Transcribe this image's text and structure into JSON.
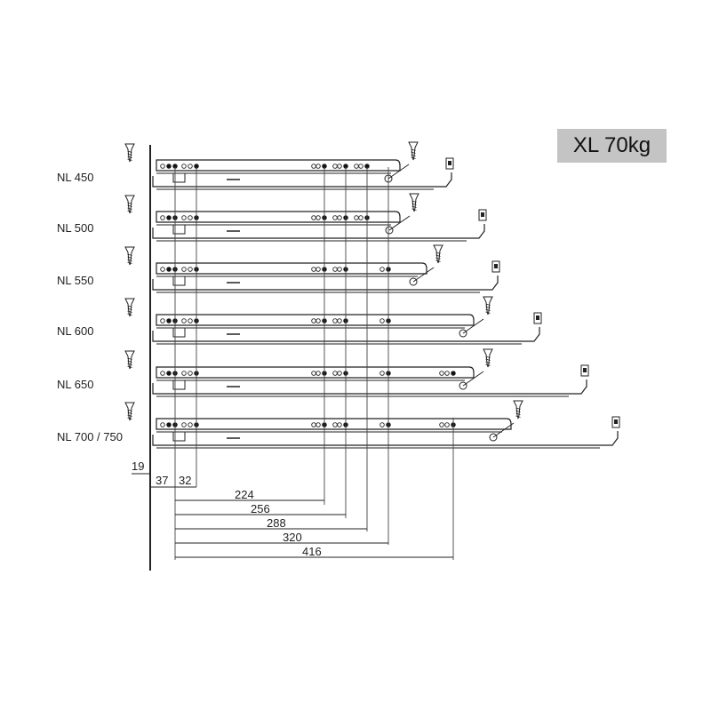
{
  "badge": {
    "text": "XL 70kg"
  },
  "models": [
    {
      "label": "NL 450"
    },
    {
      "label": "NL 500"
    },
    {
      "label": "NL 550"
    },
    {
      "label": "NL 600"
    },
    {
      "label": "NL 650"
    },
    {
      "label": "NL 700 / 750"
    }
  ],
  "dimensions": {
    "setback": "19",
    "first_hole": "37",
    "hole_pitch": "32",
    "rear_224": "224",
    "rear_256": "256",
    "rear_288": "288",
    "rear_320": "320",
    "rear_416": "416"
  }
}
